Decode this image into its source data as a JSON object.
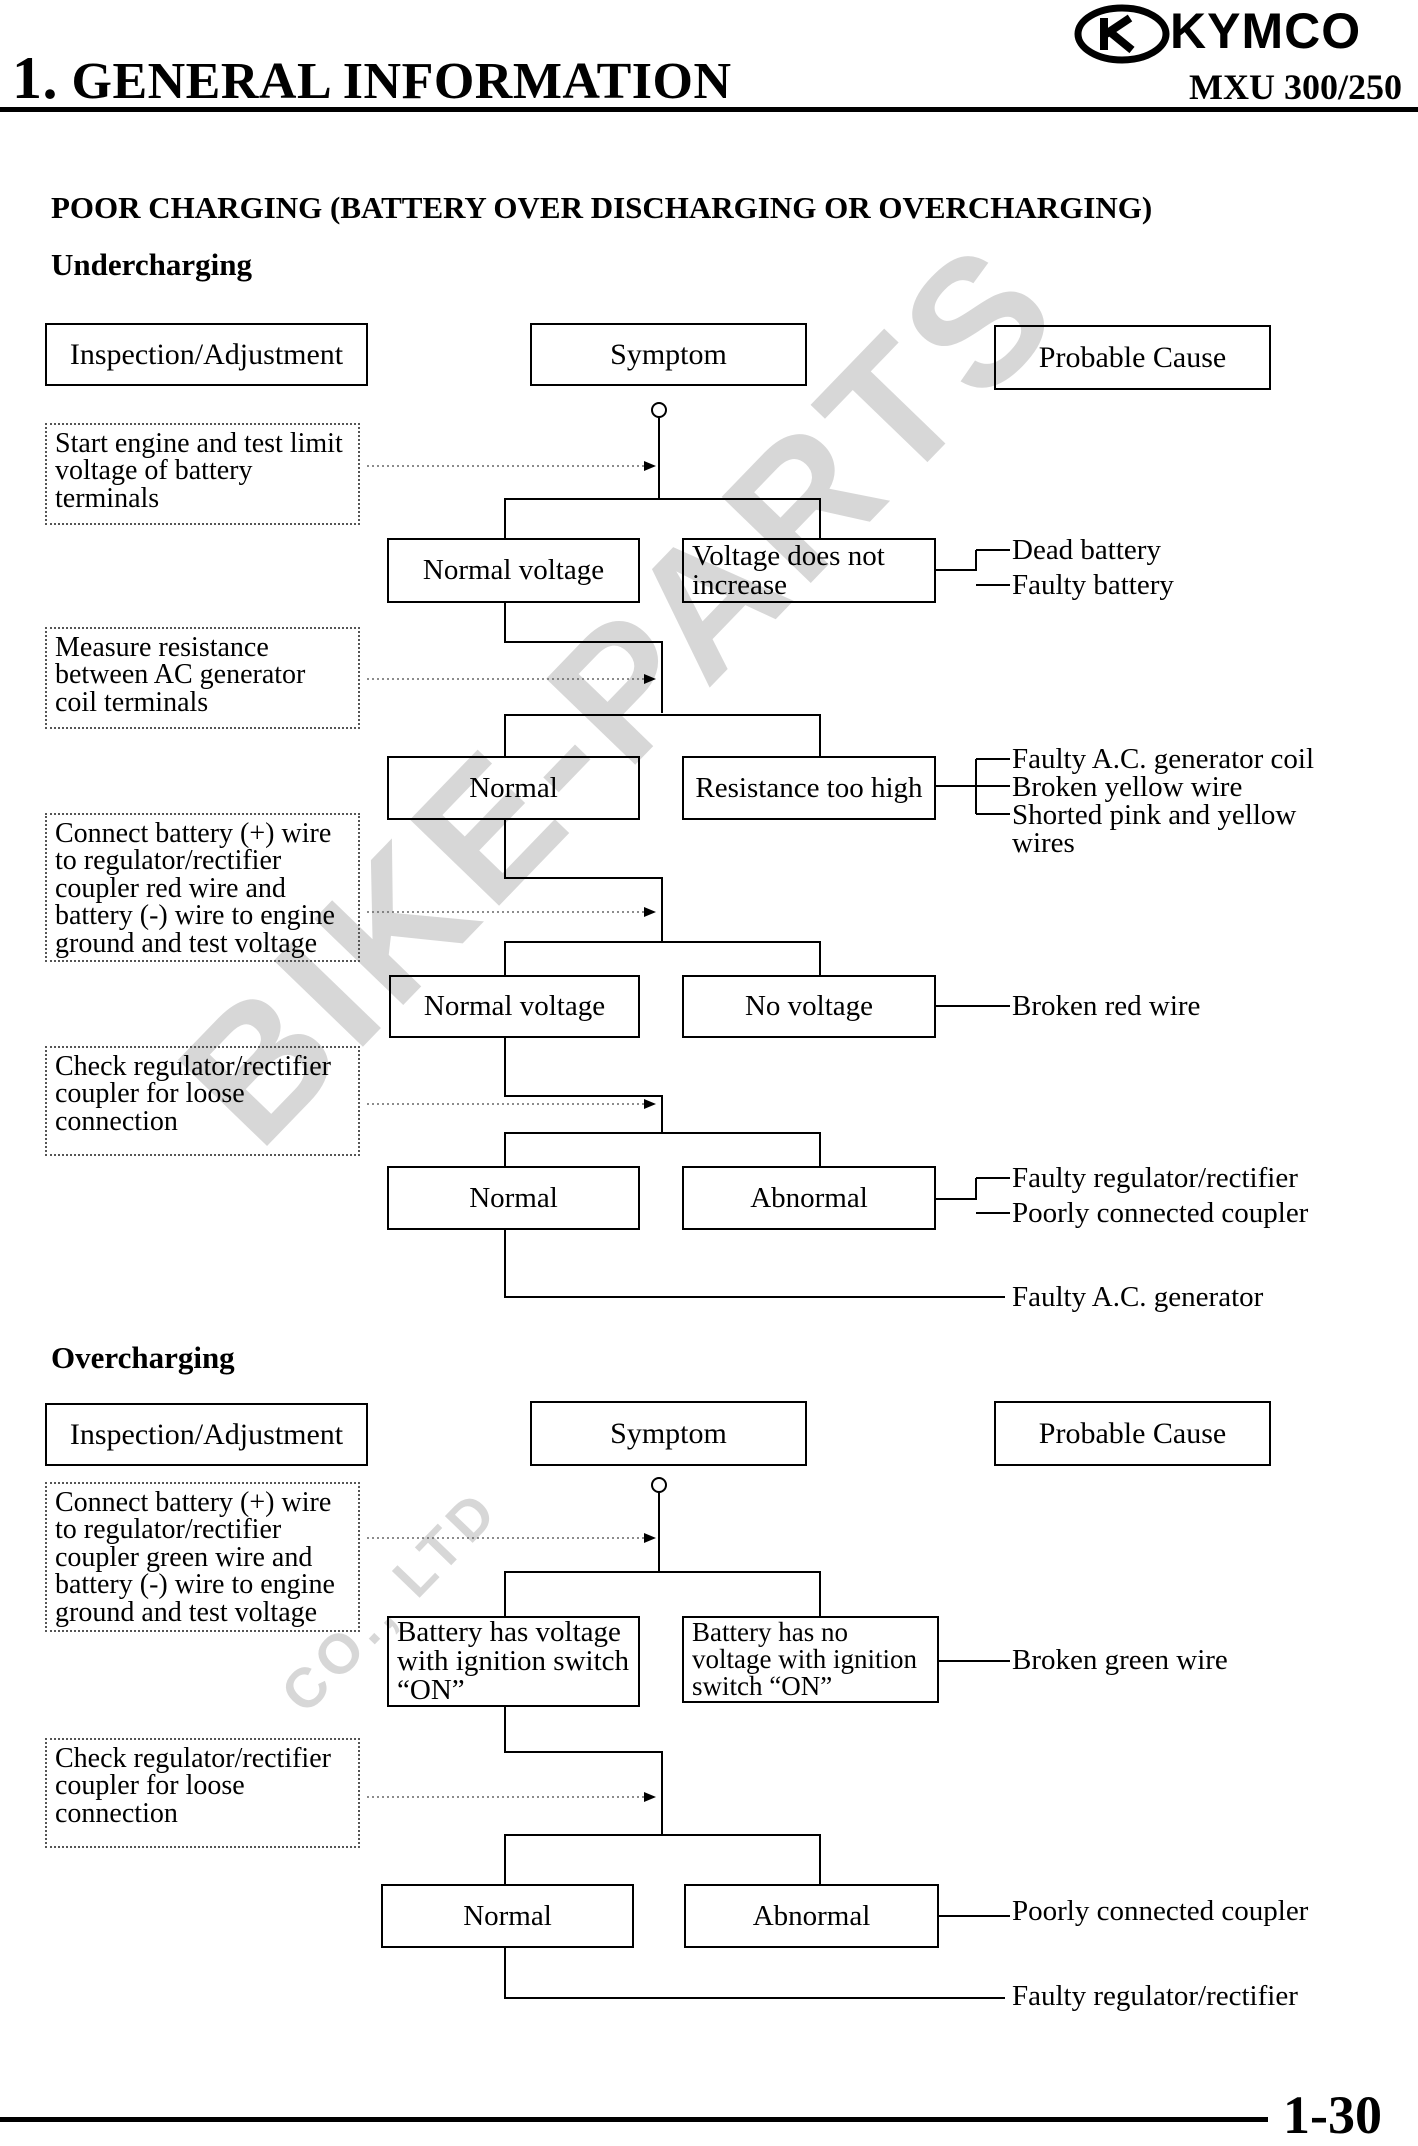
{
  "header": {
    "chapter_number": "1.",
    "chapter_title": "GENERAL INFORMATION",
    "brand": "KYMCO",
    "model": "MXU 300/250"
  },
  "page_title": "POOR CHARGING (BATTERY OVER DISCHARGING OR OVERCHARGING)",
  "watermark": {
    "main": "BIKE-PARTS",
    "sub": "CO., LTD"
  },
  "columns": {
    "inspection": "Inspection/Adjustment",
    "symptom": "Symptom",
    "cause": "Probable Cause"
  },
  "undercharging": {
    "title": "Undercharging",
    "steps": [
      "Start engine and test limit voltage of battery terminals",
      "Measure resistance between AC generator coil terminals",
      "Connect battery (+) wire to regulator/rectifier coupler red wire and battery (-) wire to engine ground and test voltage",
      "Check regulator/rectifier coupler for loose connection"
    ],
    "symptoms": {
      "s1_ok": "Normal voltage",
      "s1_bad": "Voltage does not increase",
      "s2_ok": "Normal",
      "s2_bad": "Resistance too high",
      "s3_ok": "Normal voltage",
      "s3_bad": "No voltage",
      "s4_ok": "Normal",
      "s4_bad": "Abnormal"
    },
    "causes": {
      "c1a": "Dead battery",
      "c1b": "Faulty battery",
      "c2a": "Faulty A.C. generator coil",
      "c2b": "Broken yellow wire",
      "c2c": "Shorted pink and yellow wires",
      "c3": "Broken red wire",
      "c4a": "Faulty regulator/rectifier",
      "c4b": "Poorly connected coupler",
      "c5": "Faulty A.C. generator"
    }
  },
  "overcharging": {
    "title": "Overcharging",
    "steps": [
      "Connect battery (+) wire to regulator/rectifier coupler green wire and battery (-) wire to engine ground and test voltage",
      "Check regulator/rectifier coupler for loose connection"
    ],
    "symptoms": {
      "s1_ok": "Battery has voltage with ignition switch “ON”",
      "s1_bad": "Battery has no voltage with ignition switch “ON”",
      "s2_ok": "Normal",
      "s2_bad": "Abnormal"
    },
    "causes": {
      "c1": "Broken green wire",
      "c2a": "Poorly connected coupler",
      "c2b": "Faulty regulator/rectifier"
    }
  },
  "footer": {
    "page_number": "1-30"
  }
}
